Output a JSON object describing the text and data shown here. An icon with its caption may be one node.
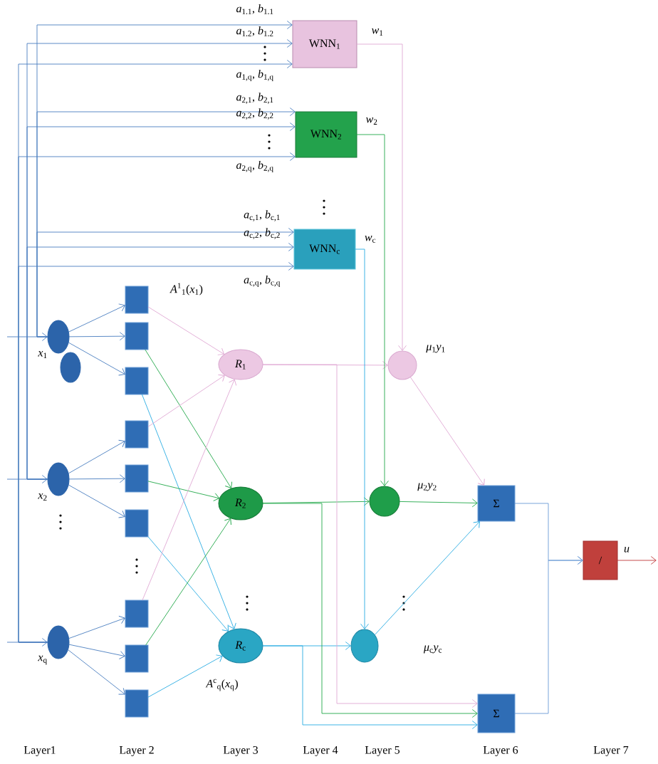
{
  "diagram": {
    "nodes": [
      {
        "text": [
          "WNN$_{1}$"
        ]
      },
      {
        "text": [
          "WNN$_{2}$"
        ]
      },
      {
        "text": [
          "WNN$_{c}$"
        ]
      },
      {
        "text": [],
        "shape": "ellipse",
        "beside": [
          "*x*$_{1}$"
        ]
      },
      {
        "text": [],
        "shape": "ellipse"
      },
      {
        "text": [],
        "shape": "ellipse",
        "beside": [
          "*x*$_{2}$"
        ]
      },
      {
        "text": [],
        "shape": "ellipse",
        "beside": [
          "*x*$_{q}$"
        ]
      },
      {
        "text": [],
        "shape": "box",
        "beside": [
          "*A*$^{1}$$_{1}$(*x*$_{1}$)"
        ]
      },
      {
        "text": [],
        "shape": "box"
      },
      {
        "text": [],
        "shape": "box"
      },
      {
        "text": [],
        "shape": "box"
      },
      {
        "text": [],
        "shape": "box"
      },
      {
        "text": [],
        "shape": "box"
      },
      {
        "text": [],
        "shape": "box"
      },
      {
        "text": [],
        "shape": "box"
      },
      {
        "text": [],
        "shape": "box"
      },
      {
        "text": [
          "*R*$_{1}$"
        ]
      },
      {
        "text": [
          "*R*$_{2}$"
        ]
      },
      {
        "text": [
          "*R*$_{c}$"
        ]
      },
      {
        "text": [],
        "shape": "circle",
        "beside": [
          "*μ*$_{1}$*y*$_{1}$"
        ]
      },
      {
        "text": [],
        "shape": "circle",
        "beside": [
          "*μ*$_{2}$*y*$_{2}$"
        ]
      },
      {
        "text": [],
        "shape": "circle",
        "beside": [
          "*μ*$_{c}$*y*$_{c}$"
        ]
      },
      {
        "text": [
          "Σ"
        ]
      },
      {
        "text": [
          "Σ"
        ]
      },
      {
        "text": [
          "/"
        ]
      }
    ],
    "edges": [
      {
        "from": null,
        "to": 3,
        "arrow": "to"
      },
      {
        "from": null,
        "to": 5,
        "arrow": "to"
      },
      {
        "from": null,
        "to": 6,
        "arrow": "to"
      },
      {
        "from": 3,
        "to": 0,
        "arrow": "to",
        "label": "*a*$_{1.1}$, *b*$_{1.1}$"
      },
      {
        "from": 5,
        "to": 0,
        "arrow": "to",
        "label": "*a*$_{1.2}$, *b*$_{1.2}$"
      },
      {
        "from": 6,
        "to": 0,
        "arrow": "to",
        "label": "*a*$_{1,q}$, *b*$_{1,q}$"
      },
      {
        "from": 3,
        "to": 1,
        "arrow": "to",
        "label": "*a*$_{2,1}$, *b*$_{2,1}$"
      },
      {
        "from": 5,
        "to": 1,
        "arrow": "to",
        "label": "*a*$_{2,2}$, *b*$_{2,2}$"
      },
      {
        "from": 6,
        "to": 1,
        "arrow": "to",
        "label": "*a*$_{2,q}$, *b*$_{2,q}$"
      },
      {
        "from": 3,
        "to": 2,
        "arrow": "to",
        "label": "*a*$_{c,1}$, *b*$_{c,1}$"
      },
      {
        "from": 5,
        "to": 2,
        "arrow": "to",
        "label": "*a*$_{c,2}$, *b*$_{c,2}$"
      },
      {
        "from": 6,
        "to": 2,
        "arrow": "to",
        "label": "*a*$_{c,q}$, *b*$_{c,q}$"
      },
      {
        "from": 3,
        "to": 7,
        "arrow": "to"
      },
      {
        "from": 3,
        "to": 8,
        "arrow": "to"
      },
      {
        "from": 3,
        "to": 9,
        "arrow": "to"
      },
      {
        "from": 5,
        "to": 10,
        "arrow": "to"
      },
      {
        "from": 5,
        "to": 11,
        "arrow": "to"
      },
      {
        "from": 5,
        "to": 12,
        "arrow": "to"
      },
      {
        "from": 6,
        "to": 13,
        "arrow": "to"
      },
      {
        "from": 6,
        "to": 14,
        "arrow": "to"
      },
      {
        "from": 6,
        "to": 15,
        "arrow": "to"
      },
      {
        "from": 7,
        "to": 16,
        "arrow": "to",
        "color": "#e0a8d4"
      },
      {
        "from": 8,
        "to": 17,
        "arrow": "to",
        "color": "#22a84a"
      },
      {
        "from": 9,
        "to": 18,
        "arrow": "to",
        "color": "#29abe2"
      },
      {
        "from": 10,
        "to": 16,
        "arrow": "to",
        "color": "#e0a8d4"
      },
      {
        "from": 11,
        "to": 17,
        "arrow": "to",
        "color": "#22a84a"
      },
      {
        "from": 12,
        "to": 18,
        "arrow": "to",
        "color": "#29abe2"
      },
      {
        "from": 13,
        "to": 16,
        "arrow": "to",
        "color": "#e0a8d4"
      },
      {
        "from": 14,
        "to": 17,
        "arrow": "to",
        "color": "#22a84a"
      },
      {
        "from": 15,
        "to": 18,
        "arrow": "to",
        "color": "#29abe2",
        "label": "*A*$^{c}$$_{q}$(*x*$_{q}$)"
      },
      {
        "from": 16,
        "to": 19,
        "arrow": "to",
        "color": "#e0a8d4"
      },
      {
        "from": 17,
        "to": 20,
        "arrow": "to",
        "color": "#22a84a"
      },
      {
        "from": 18,
        "to": 21,
        "arrow": "to",
        "color": "#29abe2"
      },
      {
        "from": 16,
        "to": 23,
        "arrow": "to",
        "color": "#e0a8d4"
      },
      {
        "from": 17,
        "to": 23,
        "arrow": "to",
        "color": "#22a84a"
      },
      {
        "from": 18,
        "to": 23,
        "arrow": "to",
        "color": "#29abe2"
      },
      {
        "from": 0,
        "to": 19,
        "arrow": "to",
        "color": "#e0a8d4",
        "label": "*w*$_{1}$"
      },
      {
        "from": 1,
        "to": 20,
        "arrow": "to",
        "color": "#22a84a",
        "label": "*w*$_{2}$"
      },
      {
        "from": 2,
        "to": 21,
        "arrow": "to",
        "color": "#29abe2",
        "label": "*w*$_{c}$"
      },
      {
        "from": 19,
        "to": 22,
        "arrow": "to",
        "color": "#e0a8d4"
      },
      {
        "from": 20,
        "to": 22,
        "arrow": "to",
        "color": "#22a84a"
      },
      {
        "from": 21,
        "to": 22,
        "arrow": "to",
        "color": "#29abe2"
      },
      {
        "from": 22,
        "to": 24,
        "arrow": "to",
        "color": "#6a9ad6"
      },
      {
        "from": 23,
        "to": 24,
        "arrow": "to",
        "color": "#6a9ad6"
      },
      {
        "from": 24,
        "to": null,
        "arrow": "to",
        "color": "#c0393b",
        "label": "*u*"
      }
    ],
    "labels": [
      "Layer1",
      "Layer 2",
      "Layer 3",
      "Layer 4",
      "Layer 5",
      "Layer 6",
      "Layer 7"
    ]
  }
}
